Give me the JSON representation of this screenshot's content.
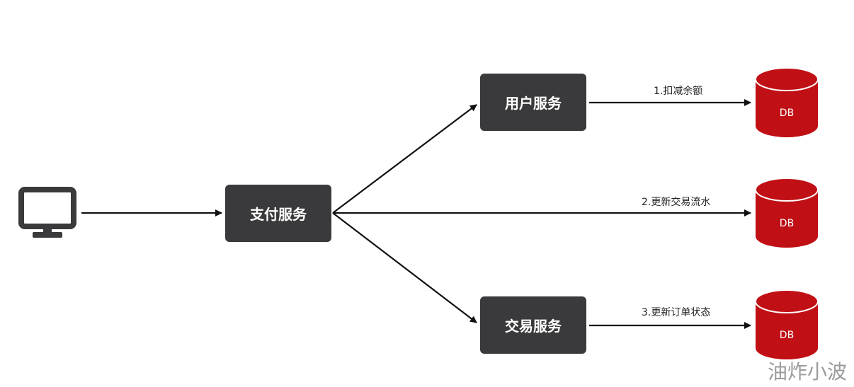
{
  "nodes": {
    "pay_service": "支付服务",
    "user_service": "用户服务",
    "trade_service": "交易服务"
  },
  "edges": {
    "deduct_balance": "1.扣减余额",
    "update_trade_flow": "2.更新交易流水",
    "update_order_status": "3.更新订单状态"
  },
  "databases": {
    "db1": "DB",
    "db2": "DB",
    "db3": "DB"
  },
  "watermark": "油炸小波",
  "colors": {
    "service_box": "#3a3a3c",
    "database": "#c01015",
    "arrow": "#111111",
    "monitor_icon": "#3a3a3c"
  },
  "icons": {
    "client": "monitor-icon"
  }
}
